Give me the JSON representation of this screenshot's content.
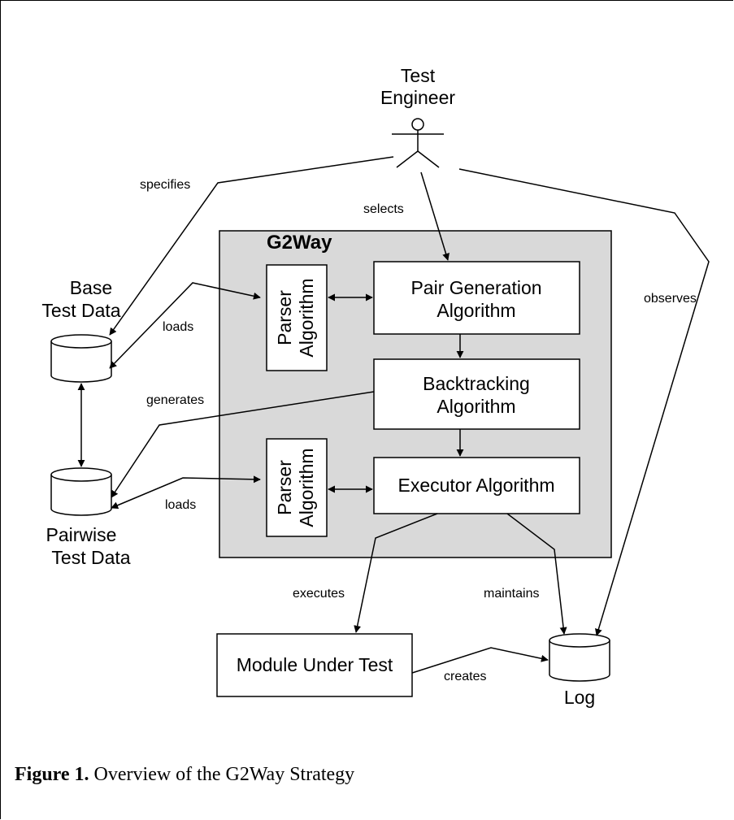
{
  "actor": {
    "name_line1": "Test",
    "name_line2": "Engineer"
  },
  "system": {
    "title": "G2Way"
  },
  "components": {
    "parser_top": {
      "line1": "Parser",
      "line2": "Algorithm"
    },
    "parser_bottom": {
      "line1": "Parser",
      "line2": "Algorithm"
    },
    "pair_generation": {
      "line1": "Pair Generation",
      "line2": "Algorithm"
    },
    "backtracking": {
      "line1": "Backtracking",
      "line2": "Algorithm"
    },
    "executor": {
      "label": "Executor Algorithm"
    },
    "module_under_test": {
      "label": "Module Under Test"
    }
  },
  "stores": {
    "base": {
      "line1": "Base",
      "line2": "Test Data"
    },
    "pairwise": {
      "line1": "Pairwise",
      "line2": "Test Data"
    },
    "log": {
      "label": "Log"
    }
  },
  "edges": {
    "specifies": "specifies",
    "selects": "selects",
    "observes": "observes",
    "loads_top": "loads",
    "generates": "generates",
    "loads_bottom": "loads",
    "executes": "executes",
    "maintains": "maintains",
    "creates": "creates"
  },
  "caption": {
    "prefix": "Figure 1.",
    "text": " Overview of the G2Way Strategy"
  }
}
